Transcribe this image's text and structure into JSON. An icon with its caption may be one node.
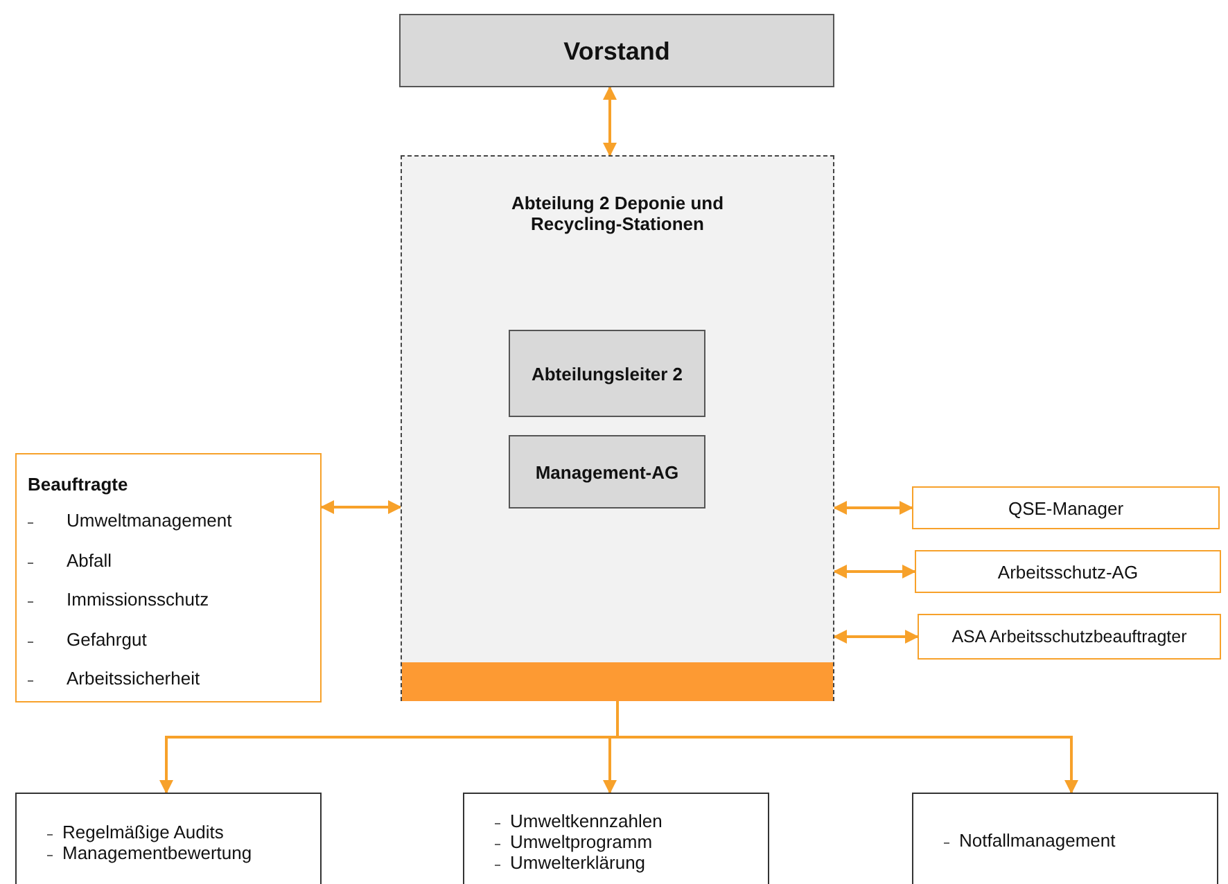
{
  "diagram": {
    "nodes": [
      {
        "text": [
          "Vorstand"
        ]
      },
      {
        "text": [
          "Abteilung 2 Deponie und Recycling-Stationen"
        ]
      },
      {
        "text": [
          "Abteilungsleiter 2"
        ],
        "in": 1
      },
      {
        "text": [
          "Management-AG"
        ],
        "in": 1
      },
      {
        "text": [],
        "shape": "bar",
        "in": 1
      },
      {
        "text": [
          "Beauftragte",
          "Umweltmanagement",
          "Abfall",
          "Immissionsschutz",
          "Gefahrgut",
          "Arbeitssicherheit"
        ]
      },
      {
        "text": [
          "QSE-Manager"
        ]
      },
      {
        "text": [
          "Arbeitsschutz-AG"
        ]
      },
      {
        "text": [
          "ASA Arbeitsschutzbeauftragter"
        ]
      },
      {
        "text": [
          "Regelmäßige Audits",
          "Managementbewertung"
        ]
      },
      {
        "text": [
          "Umweltkennzahlen",
          "Umweltprogramm",
          "Umwelterklärung"
        ]
      },
      {
        "text": [
          "Notfallmanagement"
        ]
      }
    ],
    "edges": [
      {
        "from": 0,
        "to": 1,
        "arrow": "both"
      },
      {
        "from": 5,
        "to": 1,
        "arrow": "both"
      },
      {
        "from": 1,
        "to": 6,
        "arrow": "both"
      },
      {
        "from": 1,
        "to": 7,
        "arrow": "both"
      },
      {
        "from": 1,
        "to": 8,
        "arrow": "both"
      },
      {
        "from": 4,
        "to": 9,
        "arrow": "to"
      },
      {
        "from": 4,
        "to": 10,
        "arrow": "to"
      },
      {
        "from": 4,
        "to": 11,
        "arrow": "to"
      }
    ]
  }
}
